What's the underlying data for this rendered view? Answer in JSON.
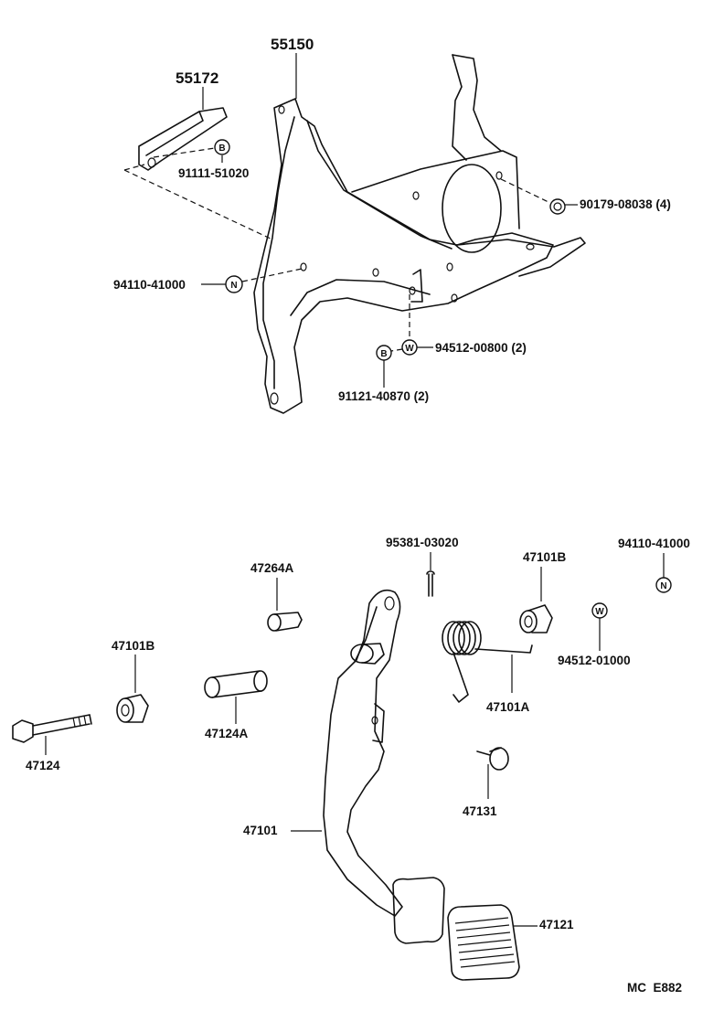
{
  "parts": {
    "bracket": "55150",
    "stopper": "55172",
    "bolt_top": "91111-51020",
    "nut_left": "94110-41000",
    "nut_right": "90179-08038 (4)",
    "washer_mid": "94512-00800 (2)",
    "bolt_mid": "91121-40870 (2)",
    "cotter_pin": "95381-03020",
    "nut_far_right": "94110-41000",
    "bushing_right": "47101B",
    "washer_right": "94512-01000",
    "bolt_small": "47264A",
    "bushing_left": "47101B",
    "collar": "47124A",
    "pivot_bolt": "47124",
    "spring": "47101A",
    "cushion": "47131",
    "pedal": "47101",
    "pad": "47121"
  },
  "badges": {
    "b": "B",
    "n": "N",
    "w": "W"
  },
  "footer": {
    "code": "MC  E882"
  }
}
